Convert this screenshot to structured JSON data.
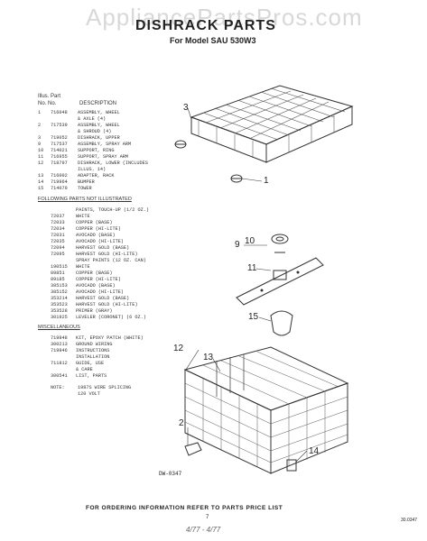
{
  "watermark": "AppliancePartsPros.com",
  "title": "DISHRACK PARTS",
  "subtitle": "For Model SAU 530W3",
  "table_header": {
    "col1": "Illus. Part",
    "col2": "No.  No.",
    "col3": "DESCRIPTION"
  },
  "parts": [
    {
      "illus": "1",
      "part": "716048",
      "desc": "ASSEMBLY, WHEEL"
    },
    {
      "illus": "",
      "part": "",
      "desc": "& AXLE (4)"
    },
    {
      "illus": "2",
      "part": "717539",
      "desc": "ASSEMBLY, WHEEL"
    },
    {
      "illus": "",
      "part": "",
      "desc": "& SHROUD (4)"
    },
    {
      "illus": "3",
      "part": "719052",
      "desc": "DISHRACK, UPPER"
    },
    {
      "illus": "9",
      "part": "717537",
      "desc": "ASSEMBLY, SPRAY ARM"
    },
    {
      "illus": "10",
      "part": "714021",
      "desc": "SUPPORT, RING"
    },
    {
      "illus": "11",
      "part": "716955",
      "desc": "SUPPORT, SPRAY ARM"
    },
    {
      "illus": "12",
      "part": "718797",
      "desc": "DISHRACK, LOWER (INCLUDES"
    },
    {
      "illus": "",
      "part": "",
      "desc": "ILLUS. 14)"
    },
    {
      "illus": "13",
      "part": "716002",
      "desc": "ADAPTER, RACK"
    },
    {
      "illus": "14",
      "part": "719964",
      "desc": "BUMPER"
    },
    {
      "illus": "15",
      "part": "714079",
      "desc": "TOWER"
    }
  ],
  "not_illustrated_title": "FOLLOWING PARTS NOT ILLUSTRATED",
  "not_illustrated": [
    {
      "part": "",
      "desc": "PAINTS, TOUCH-UP (1/2 OZ.)"
    },
    {
      "part": "72037",
      "desc": "WHITE"
    },
    {
      "part": "72033",
      "desc": "COPPER (BASE)"
    },
    {
      "part": "72034",
      "desc": "COPPER (HI-LITE)"
    },
    {
      "part": "72031",
      "desc": "AVOCADO (BASE)"
    },
    {
      "part": "72035",
      "desc": "AVOCADO (HI-LITE)"
    },
    {
      "part": "72094",
      "desc": "HARVEST GOLD (BASE)"
    },
    {
      "part": "72095",
      "desc": "HARVEST GOLD (HI-LITE)"
    },
    {
      "part": "",
      "desc": "SPRAY PAINTS (12 OZ. CAN)"
    },
    {
      "part": "190515",
      "desc": "WHITE"
    },
    {
      "part": "89851",
      "desc": "COPPER (BASE)"
    },
    {
      "part": "89185",
      "desc": "COPPER (HI-LITE)"
    },
    {
      "part": "385153",
      "desc": "AVOCADO (BASE)"
    },
    {
      "part": "385152",
      "desc": "AVOCADO (HI-LITE)"
    },
    {
      "part": "353214",
      "desc": "HARVEST GOLD (BASE)"
    },
    {
      "part": "353523",
      "desc": "HARVEST GOLD (HI-LITE)"
    },
    {
      "part": "353528",
      "desc": "PRIMER (GRAY)"
    },
    {
      "part": "301925",
      "desc": "LEVELER (CORONET) (6 OZ.)"
    }
  ],
  "misc_title": "MISCELLANEOUS",
  "misc": [
    {
      "part": "719848",
      "desc": "KIT, EPOXY PATCH (WHITE)"
    },
    {
      "part": "300213",
      "desc": "GROUND WIRING"
    },
    {
      "part": "719846",
      "desc": "INSTRUCTIONS"
    },
    {
      "part": "",
      "desc": "INSTALLATION"
    },
    {
      "part": "711812",
      "desc": "GUIDE, USE"
    },
    {
      "part": "",
      "desc": "& CARE"
    },
    {
      "part": "300541",
      "desc": "LIST, PARTS"
    }
  ],
  "note": {
    "label": "NOTE:",
    "text1": "1987S WIRE SPLICING",
    "text2": "120 VOLT"
  },
  "callouts": [
    "3",
    "1",
    "9",
    "10",
    "11",
    "15",
    "12",
    "13",
    "2",
    "14"
  ],
  "drawing_label": "DW-0347",
  "footer": "FOR ORDERING INFORMATION REFER TO PARTS PRICE LIST",
  "page_number": "7",
  "doc_number": "30.0347",
  "signature": "4/77 - 4/77"
}
